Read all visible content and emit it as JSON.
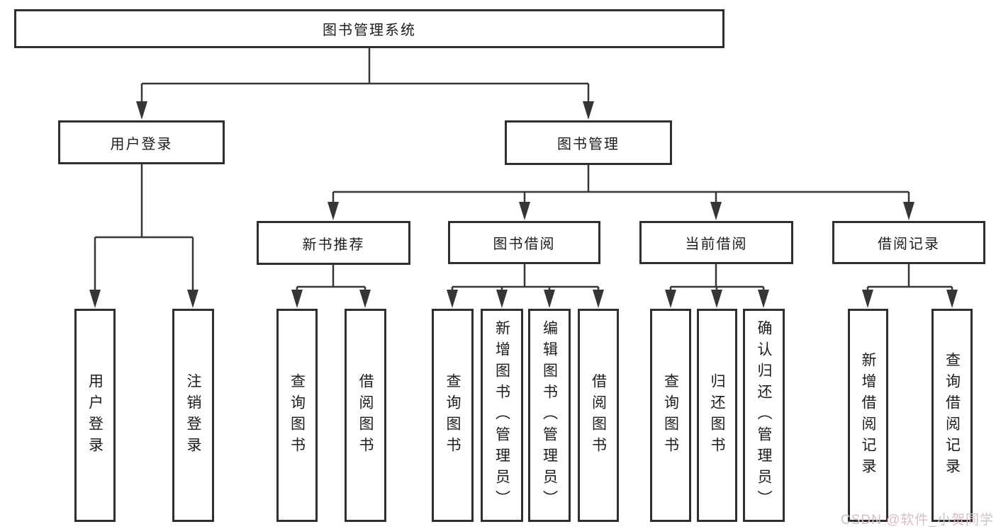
{
  "diagram": {
    "root": {
      "label": "图书管理系统"
    },
    "user_login": {
      "label": "用户登录",
      "children": [
        {
          "label": "用户登录"
        },
        {
          "label": "注销登录"
        }
      ]
    },
    "book_management": {
      "label": "图书管理",
      "groups": [
        {
          "label": "新书推荐",
          "children": [
            {
              "label": "查询图书"
            },
            {
              "label": "借阅图书"
            }
          ]
        },
        {
          "label": "图书借阅",
          "children": [
            {
              "label": "查询图书"
            },
            {
              "label": "新增图书（管理员）"
            },
            {
              "label": "编辑图书（管理员）"
            },
            {
              "label": "借阅图书"
            }
          ]
        },
        {
          "label": "当前借阅",
          "children": [
            {
              "label": "查询图书"
            },
            {
              "label": "归还图书"
            },
            {
              "label": "确认归还（管理员）"
            }
          ]
        },
        {
          "label": "借阅记录",
          "children": [
            {
              "label": "新增借阅记录"
            },
            {
              "label": "查询借阅记录"
            }
          ]
        }
      ]
    }
  },
  "watermark": {
    "text": "CSDN @软件_小贺同学"
  },
  "colors": {
    "line": "#363636",
    "box_border": "#2e2e2e",
    "box_fill": "#ffffff",
    "text": "#1c1c1c",
    "watermark": "#d6bfc1"
  }
}
